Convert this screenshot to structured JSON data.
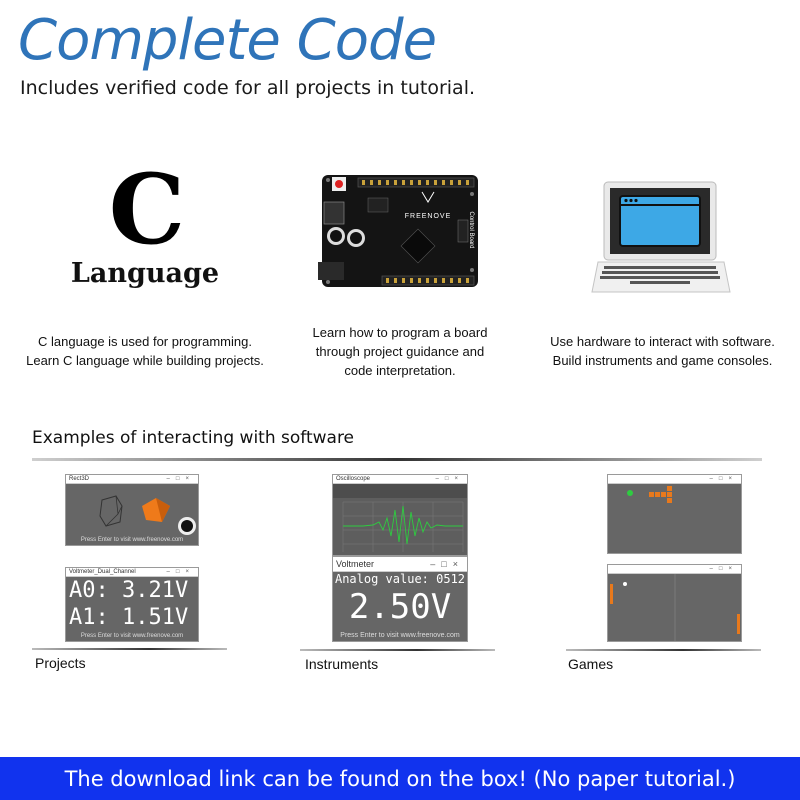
{
  "header": {
    "title": "Complete Code",
    "subtitle": "Includes verified code for all projects in tutorial."
  },
  "features": [
    {
      "icon_letter": "C",
      "icon_caption": "Language",
      "lines": [
        "C language is used for programming.",
        "Learn C language while building projects."
      ]
    },
    {
      "icon_name": "control-board",
      "board_brand": "FREENOVE",
      "board_label": "Control Board",
      "lines": [
        "Learn how to program a board",
        "through project guidance and",
        "code interpretation."
      ]
    },
    {
      "icon_name": "laptop",
      "lines": [
        "Use hardware to interact with software.",
        "Build instruments and game consoles."
      ]
    }
  ],
  "examples": {
    "heading": "Examples of interacting with software",
    "projects": {
      "label": "Projects",
      "win1": {
        "title": "Rect3D",
        "footer": "Press Enter to visit www.freenove.com"
      },
      "win2": {
        "title": "Voltmeter_Dual_Channel",
        "a0": "A0: 3.21V",
        "a1": "A1: 1.51V",
        "footer": "Press Enter to visit www.freenove.com"
      }
    },
    "instruments": {
      "label": "Instruments",
      "win1": {
        "title": "Oscilloscope",
        "footer": ""
      },
      "win2": {
        "title": "Voltmeter",
        "analog": "Analog value: 0512",
        "volt": "2.50V",
        "footer": "Press Enter to visit www.freenove.com"
      }
    },
    "games": {
      "label": "Games"
    }
  },
  "banner": {
    "text": "The download link can be found on the box! (No paper tutorial.)"
  },
  "colors": {
    "title": "#2f74b9",
    "banner": "#1133ee",
    "screen": "#666666",
    "trace": "#2ecc40"
  }
}
